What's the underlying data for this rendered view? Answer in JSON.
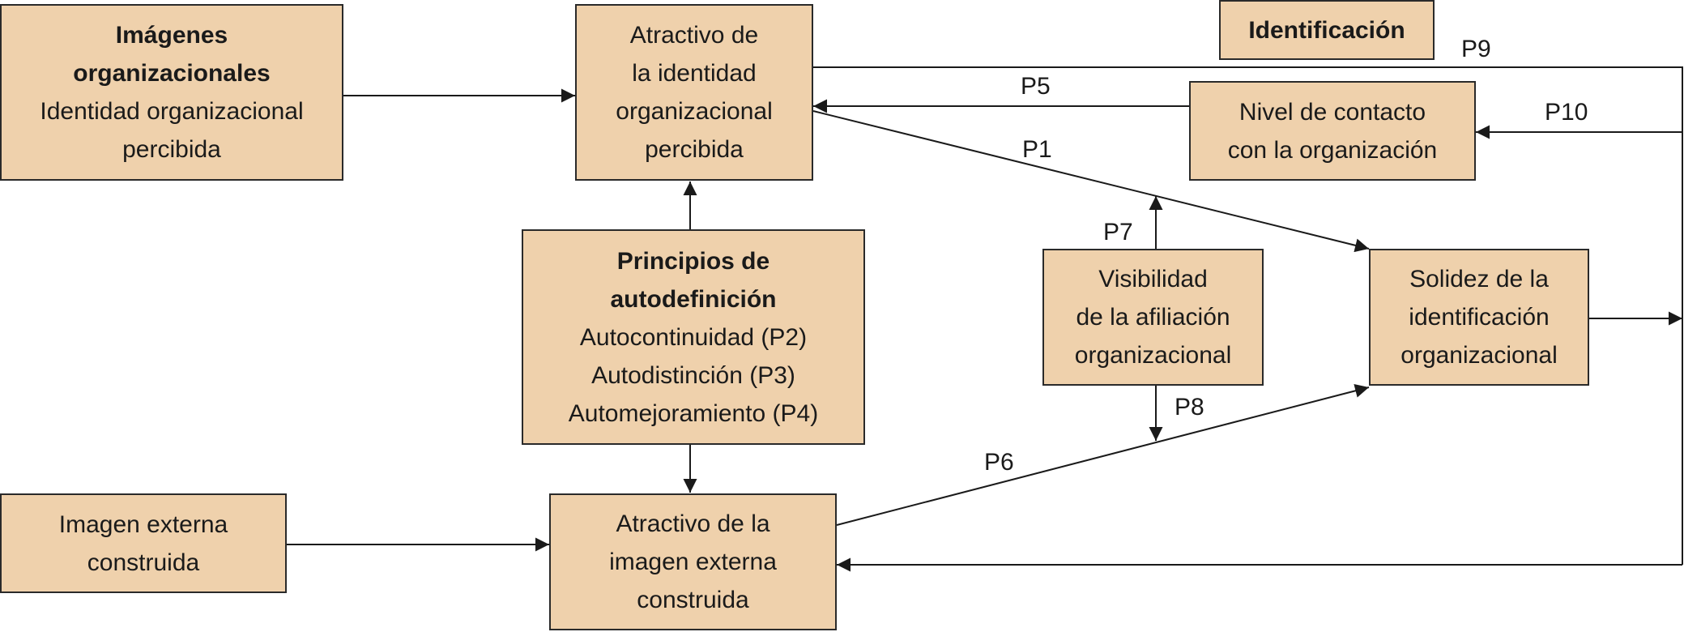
{
  "boxes": {
    "imagenes_organizacionales": {
      "title": [
        "Imágenes",
        "organizacionales"
      ],
      "lines": [
        "Identidad organizacional",
        "percibida"
      ]
    },
    "atractivo_identidad": {
      "lines": [
        "Atractivo de",
        "la identidad",
        "organizacional",
        "percibida"
      ]
    },
    "identificacion_legend": {
      "title": [
        "Identificación"
      ]
    },
    "nivel_contacto": {
      "lines": [
        "Nivel de contacto",
        "con la organización"
      ]
    },
    "principios_autodefinicion": {
      "title": [
        "Principios de",
        "autodefinición"
      ],
      "lines": [
        "Autocontinuidad (P2)",
        "Autodistinción (P3)",
        "Automejoramiento (P4)"
      ]
    },
    "visibilidad_afiliacion": {
      "lines": [
        "Visibilidad",
        "de la afiliación",
        "organizacional"
      ]
    },
    "solidez_identificacion": {
      "lines": [
        "Solidez de la",
        "identificación",
        "organizacional"
      ]
    },
    "imagen_externa": {
      "lines": [
        "Imagen externa",
        "construida"
      ]
    },
    "atractivo_imagen_externa": {
      "lines": [
        "Atractivo de la",
        "imagen externa",
        "construida"
      ]
    }
  },
  "path_labels": {
    "p1": "P1",
    "p5": "P5",
    "p6": "P6",
    "p7": "P7",
    "p8": "P8",
    "p9": "P9",
    "p10": "P10"
  }
}
